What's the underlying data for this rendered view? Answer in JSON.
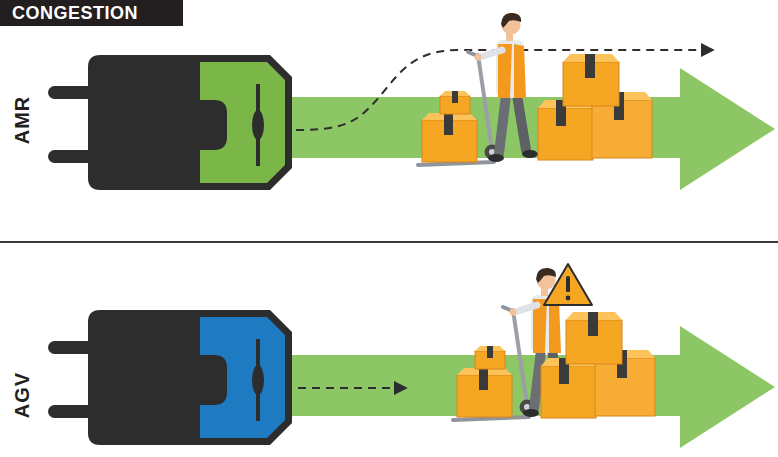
{
  "diagram": {
    "title": "CONGESTION",
    "labels": [
      "AMR",
      "AGV"
    ]
  }
}
